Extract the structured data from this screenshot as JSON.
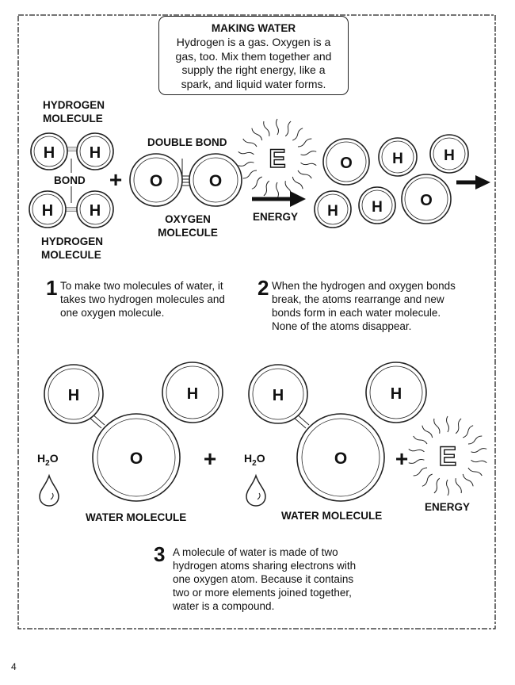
{
  "info_box": {
    "title": "MAKING WATER",
    "text": "Hydrogen is a gas. Oxygen is a gas, too.  Mix them together and supply the right energy, like a spark, and liquid water forms."
  },
  "labels": {
    "hydrogen_top": "HYDROGEN MOLECULE",
    "hydrogen_bottom": "HYDROGEN MOLECULE",
    "bond": "BOND",
    "double_bond": "DOUBLE BOND",
    "oxygen": "OXYGEN MOLECULE",
    "energy_1": "ENERGY",
    "energy_2": "ENERGY",
    "water_1": "WATER MOLECULE",
    "water_2": "WATER MOLECULE"
  },
  "atoms": {
    "h": "H",
    "o": "O",
    "energy_letter": "E",
    "plus": "+"
  },
  "formula": {
    "h": "H",
    "sub": "2",
    "o": "O"
  },
  "steps": [
    {
      "number": "1",
      "text": "To make two molecules of water, it takes two hydrogen molecules and one oxygen molecule."
    },
    {
      "number": "2",
      "text": "When the hydrogen and oxygen bonds break, the atoms rearrange and new bonds form in each water molecule. None of the atoms disappear."
    },
    {
      "number": "3",
      "text": "A molecule of water is made of two hydrogen atoms sharing electrons with one oxygen atom. Because it contains two or more elements joined together, water is a compound."
    }
  ],
  "page_number": "4"
}
